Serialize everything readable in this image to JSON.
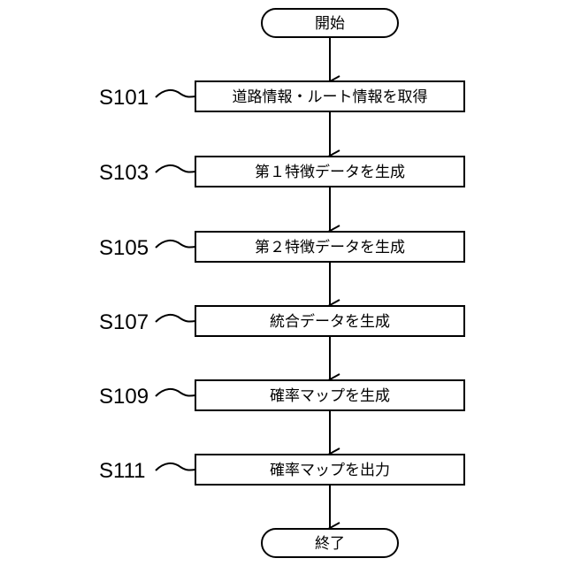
{
  "flowchart": {
    "start": "開始",
    "end": "終了",
    "steps": [
      {
        "id": "S101",
        "text": "道路情報・ルート情報を取得"
      },
      {
        "id": "S103",
        "text": "第１特徴データを生成"
      },
      {
        "id": "S105",
        "text": "第２特徴データを生成"
      },
      {
        "id": "S107",
        "text": "統合データを生成"
      },
      {
        "id": "S109",
        "text": "確率マップを生成"
      },
      {
        "id": "S111",
        "text": "確率マップを出力"
      }
    ]
  }
}
